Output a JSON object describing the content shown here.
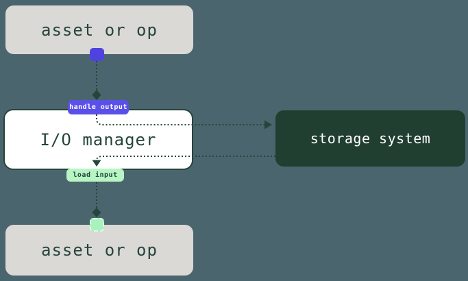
{
  "diagram": {
    "nodes": {
      "asset_top": {
        "label": "asset or op"
      },
      "io_manager": {
        "label": "I/O manager"
      },
      "storage_system": {
        "label": "storage system"
      },
      "asset_bottom": {
        "label": "asset or op"
      }
    },
    "edge_labels": {
      "handle_output": {
        "label": "handle output"
      },
      "load_input": {
        "label": "load input"
      }
    },
    "icons": {
      "output_port": "purple-rounded-square",
      "input_port": "green-dashed-rounded-square",
      "edge_start_marker": "diamond",
      "edge_end_marker": "arrowhead",
      "line_style": "dotted"
    }
  },
  "colors": {
    "bg": "#4b656e",
    "asset_fill": "#dbd9d6",
    "ink": "#24453c",
    "line": "#24453a",
    "io_fill": "#ffffff",
    "storage_fill": "#213f30",
    "storage_text": "#ffffff",
    "purple_port": "#4f43e0",
    "purple_label": "#5a50e8",
    "green_label": "#b7f6c4",
    "green_port": "#a9f1bd"
  }
}
